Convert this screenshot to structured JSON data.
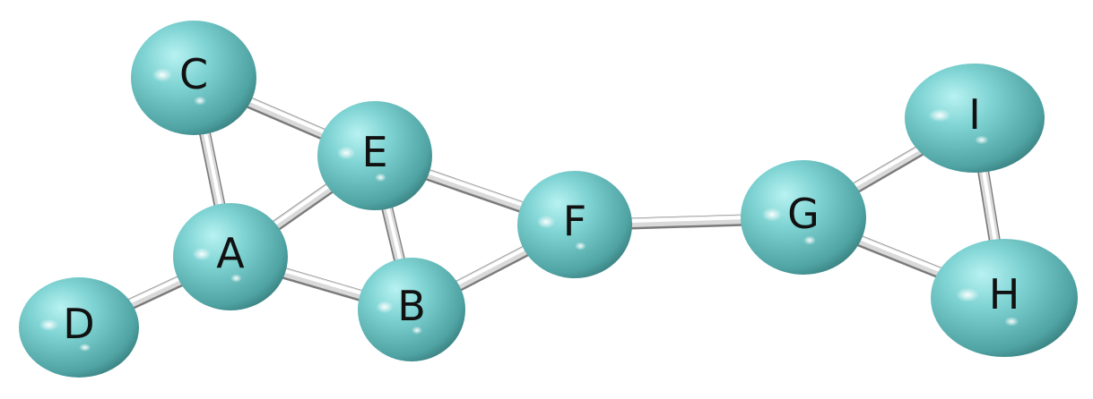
{
  "graph": {
    "nodes": [
      {
        "id": "A",
        "label": "A"
      },
      {
        "id": "B",
        "label": "B"
      },
      {
        "id": "C",
        "label": "C"
      },
      {
        "id": "D",
        "label": "D"
      },
      {
        "id": "E",
        "label": "E"
      },
      {
        "id": "F",
        "label": "F"
      },
      {
        "id": "G",
        "label": "G"
      },
      {
        "id": "H",
        "label": "H"
      },
      {
        "id": "I",
        "label": "I"
      }
    ],
    "edges": [
      [
        "C",
        "A"
      ],
      [
        "C",
        "E"
      ],
      [
        "A",
        "E"
      ],
      [
        "A",
        "B"
      ],
      [
        "A",
        "D"
      ],
      [
        "E",
        "B"
      ],
      [
        "E",
        "F"
      ],
      [
        "B",
        "F"
      ],
      [
        "F",
        "G"
      ],
      [
        "G",
        "I"
      ],
      [
        "G",
        "H"
      ],
      [
        "I",
        "H"
      ]
    ]
  },
  "colors": {
    "node_fill": "#6fc7c7",
    "node_highlight": "#d9ffff",
    "node_shadow": "#2f7373",
    "edge_fill": "#d9d9d9",
    "edge_highlight": "#ffffff",
    "edge_shadow": "#7a7a7a",
    "label": "#111111",
    "background": "#ffffff"
  }
}
